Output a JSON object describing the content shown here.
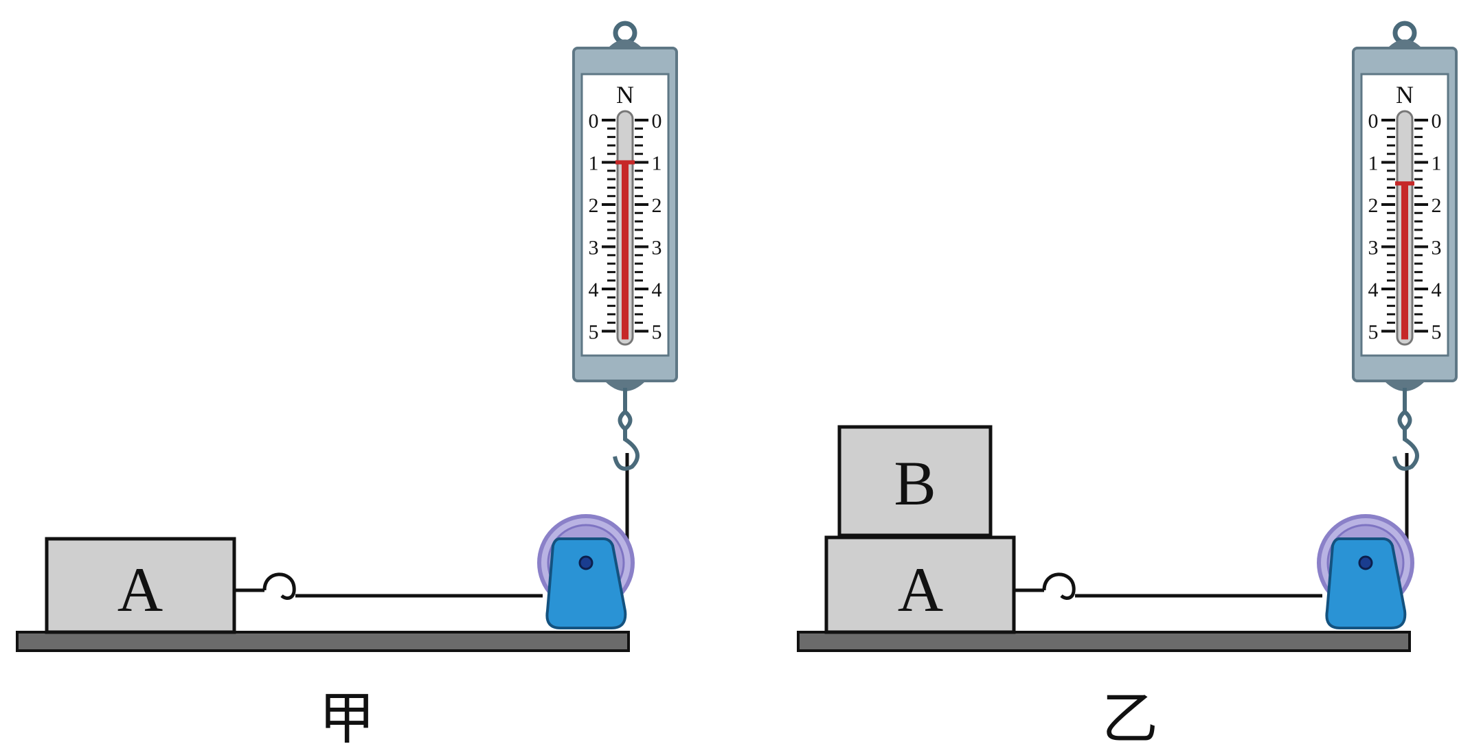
{
  "panels": [
    {
      "caption": "甲",
      "blocks": [
        "A"
      ],
      "scale_unit": "N",
      "scale_ticks": [
        "0",
        "1",
        "2",
        "3",
        "4",
        "5"
      ],
      "reading_newtons": 1.0
    },
    {
      "caption": "乙",
      "blocks": [
        "B",
        "A"
      ],
      "scale_unit": "N",
      "scale_ticks": [
        "0",
        "1",
        "2",
        "3",
        "4",
        "5"
      ],
      "reading_newtons": 1.5
    }
  ],
  "colors": {
    "block_fill": "#cfcfcf",
    "table_fill": "#6b6b6b",
    "scale_body": "#9fb4c0",
    "scale_frame": "#5e7785",
    "indicator": "#c62828",
    "pulley_fill": "#2a93d5",
    "pulley_wheel": "#8a80c8"
  }
}
